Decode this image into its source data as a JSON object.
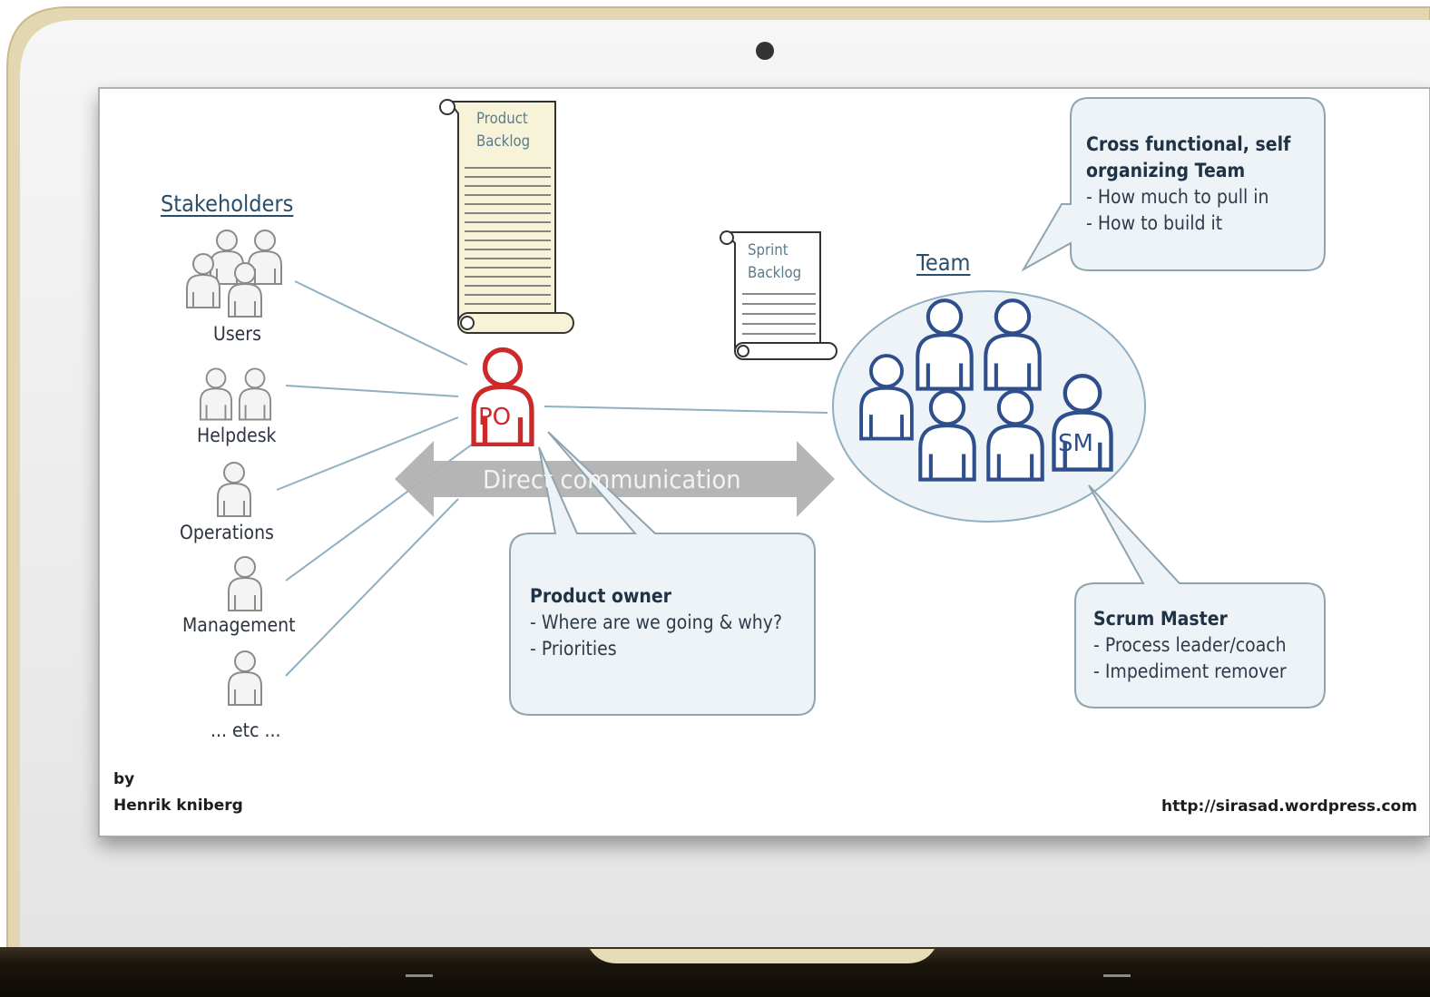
{
  "stakeholders": {
    "heading": "Stakeholders",
    "groups": [
      "Users",
      "Helpdesk",
      "Operations",
      "Management",
      "... etc ..."
    ]
  },
  "product_backlog": {
    "line1": "Product",
    "line2": "Backlog"
  },
  "sprint_backlog": {
    "line1": "Sprint",
    "line2": "Backlog"
  },
  "product_owner": {
    "badge": "PO"
  },
  "communication": {
    "label": "Direct communication"
  },
  "team": {
    "heading": "Team",
    "scrum_master_badge": "SM"
  },
  "callouts": {
    "team": {
      "title1": "Cross functional, self",
      "title2": "organizing Team",
      "lines": [
        "- How much to pull in",
        "- How to build it"
      ]
    },
    "product_owner": {
      "title": "Product owner",
      "lines": [
        "- Where are we going & why?",
        "- Priorities"
      ]
    },
    "scrum_master": {
      "title": "Scrum Master",
      "lines": [
        "- Process leader/coach",
        "- Impediment remover"
      ]
    }
  },
  "credit": {
    "by": "by",
    "author": "Henrik kniberg"
  },
  "source_url": "http://sirasad.wordpress.com",
  "colors": {
    "frame": "#e2d7b0",
    "bezel": "#f2f2f2",
    "po": "#cc2a2a",
    "team": "#2e4f8c",
    "callout_fill": "#edf3f6",
    "callout_stroke": "#8fa4b1",
    "arrow": "#b1b1b1"
  }
}
